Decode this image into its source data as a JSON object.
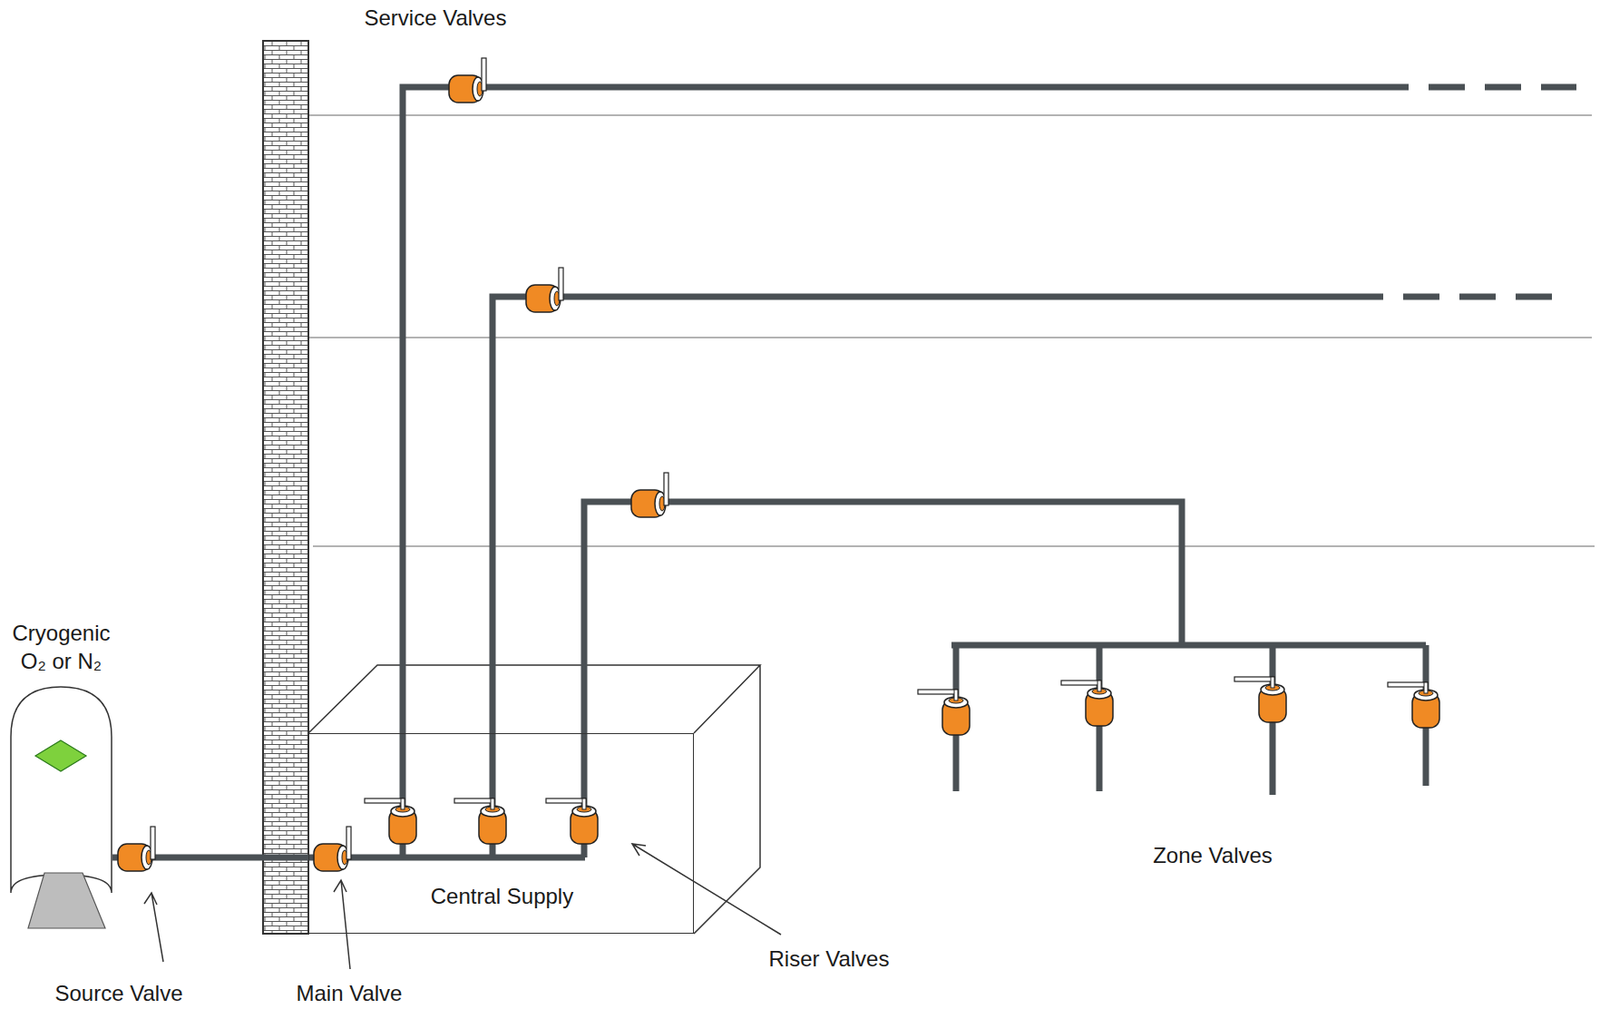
{
  "diagram": {
    "nodes": [
      {
        "text": [
          "Cryogenic O₂ or N₂"
        ]
      },
      {
        "text": [
          "Central Supply"
        ]
      }
    ],
    "edges": [
      {
        "from": 0,
        "to": 1,
        "arrow": "none"
      }
    ],
    "labels": [
      "Service Valves",
      "Zone Valves",
      "Riser Valves",
      "Source Valve",
      "Main Valve"
    ]
  }
}
